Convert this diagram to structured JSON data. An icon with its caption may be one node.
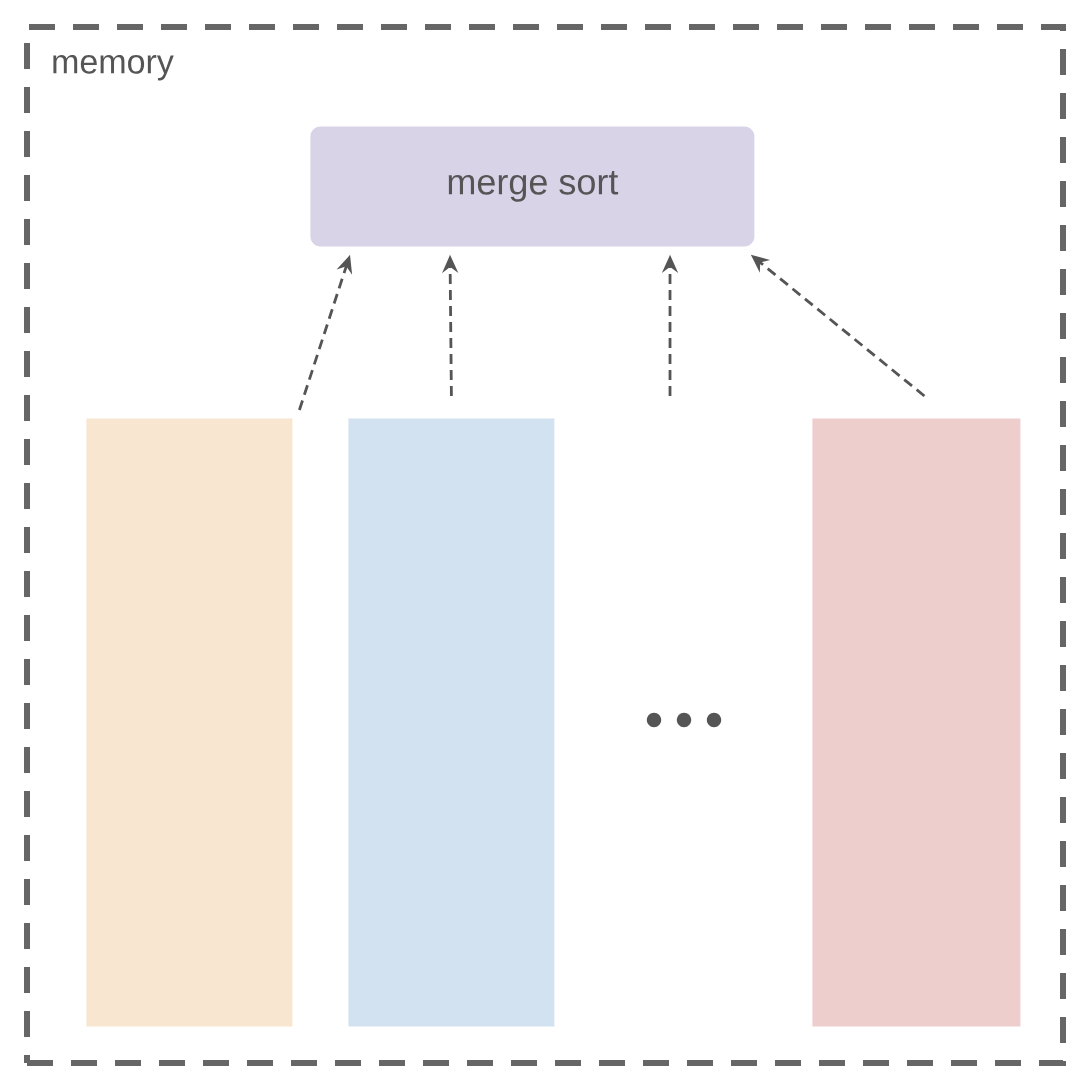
{
  "diagram": {
    "nodes": [
      {
        "text": [
          "memory"
        ]
      },
      {
        "text": [
          "merge sort"
        ],
        "in": 0
      },
      {
        "text": [],
        "shape": "bar",
        "in": 0
      },
      {
        "text": [],
        "shape": "bar",
        "in": 0
      },
      {
        "text": [],
        "shape": "bar",
        "in": 0
      }
    ],
    "edges": [
      {
        "from": 2,
        "to": 1,
        "arrow": "to",
        "style": "dashed"
      },
      {
        "from": 3,
        "to": 1,
        "arrow": "to",
        "style": "dashed"
      },
      {
        "from": null,
        "to": 1,
        "arrow": "to",
        "style": "dashed"
      },
      {
        "from": 4,
        "to": 1,
        "arrow": "to",
        "style": "dashed"
      }
    ]
  }
}
